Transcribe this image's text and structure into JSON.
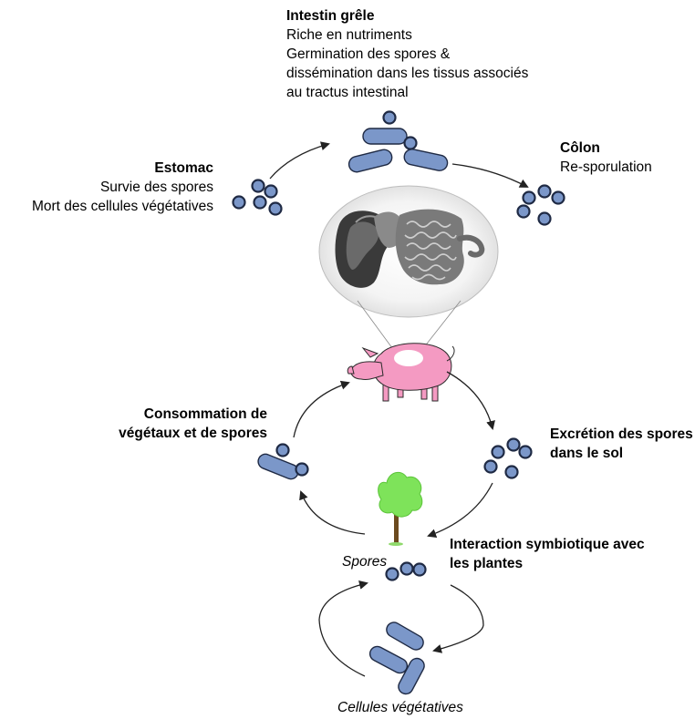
{
  "stages": {
    "small_intestine": {
      "title": "Intestin grêle",
      "lines": [
        "Riche en nutriments",
        "Germination des spores &",
        "dissémination dans les tissus associés",
        "au tractus intestinal"
      ]
    },
    "stomach": {
      "title": "Estomac",
      "lines": [
        "Survie des spores",
        "Mort des cellules végétatives"
      ]
    },
    "colon": {
      "title": "Côlon",
      "lines": [
        "Re-sporulation"
      ]
    },
    "consumption": {
      "title_lines": [
        "Consommation de",
        "végétaux et de spores"
      ]
    },
    "excretion": {
      "title_lines": [
        "Excrétion des spores",
        "dans le sol"
      ]
    },
    "plants": {
      "title_lines": [
        "Interaction symbiotique avec",
        "les plantes"
      ]
    }
  },
  "forms": {
    "spores": "Spores",
    "vegetative": "Cellules végétatives"
  },
  "colors": {
    "cell_fill": "#7b97c9",
    "cell_stroke": "#1f2a44",
    "pig": "#f49ac2",
    "tree_leaves": "#7ee35a",
    "tree_trunk": "#6b4a1e",
    "arrow": "#222222"
  },
  "icons": [
    "spore-icon",
    "vegetative-cell-icon",
    "digestive-tract-icon",
    "pig-icon",
    "tree-icon"
  ]
}
